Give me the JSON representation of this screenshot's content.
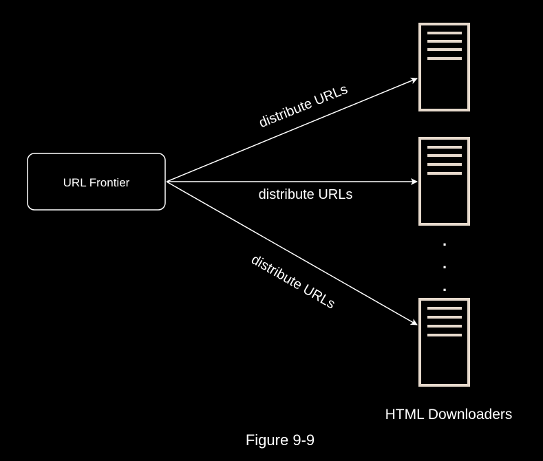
{
  "frontier": {
    "label": "URL Frontier"
  },
  "edges": [
    {
      "label": "distribute URLs"
    },
    {
      "label": "distribute URLs"
    },
    {
      "label": "distribute URLs"
    }
  ],
  "downloaders": {
    "caption": "HTML Downloaders",
    "ellipsis": "."
  },
  "figure": {
    "caption": "Figure 9-9"
  },
  "colors": {
    "background": "#000000",
    "line": "#ffffff",
    "server_outline": "#e6d9cc"
  },
  "icons": {
    "server": "server-icon",
    "arrow": "arrow-icon"
  }
}
